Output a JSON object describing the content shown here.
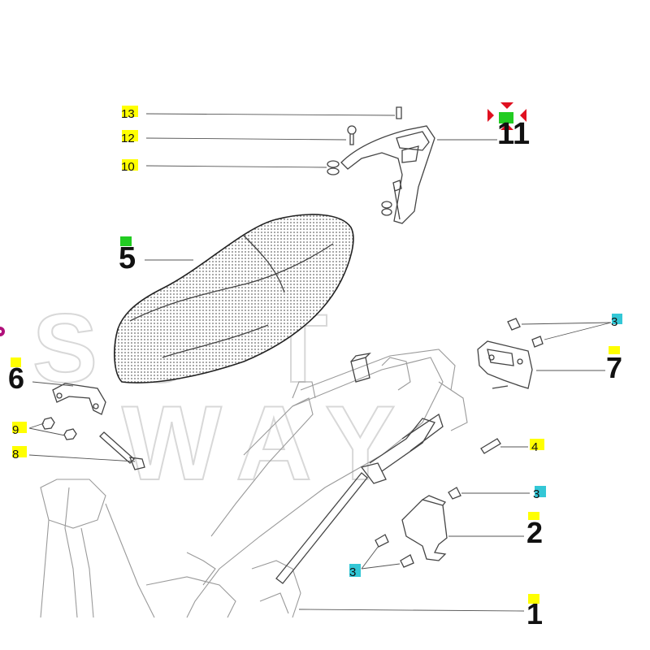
{
  "watermark": [
    "S",
    "C",
    "T",
    "W",
    "A",
    "Y"
  ],
  "callouts": [
    {
      "id": "13",
      "text": "13",
      "tag": "#ffff00"
    },
    {
      "id": "12",
      "text": "12",
      "tag": "#ffff00"
    },
    {
      "id": "10",
      "text": "10",
      "tag": "#ffff00"
    },
    {
      "id": "11",
      "text": "11",
      "tag": "#22cc22"
    },
    {
      "id": "5",
      "text": "5",
      "tag": "#22cc22"
    },
    {
      "id": "6",
      "text": "6",
      "tag": "#ffff00"
    },
    {
      "id": "3a",
      "text": "3",
      "tag": "#33c7d6"
    },
    {
      "id": "7",
      "text": "7",
      "tag": "#ffff00"
    },
    {
      "id": "9",
      "text": "9",
      "tag": "#ffff00"
    },
    {
      "id": "8",
      "text": "8",
      "tag": "#ffff00"
    },
    {
      "id": "4",
      "text": "4",
      "tag": "#ffff00"
    },
    {
      "id": "3b",
      "text": "3",
      "tag": "#33c7d6"
    },
    {
      "id": "2",
      "text": "2",
      "tag": "#ffff00"
    },
    {
      "id": "3c",
      "text": "3",
      "tag": "#33c7d6"
    },
    {
      "id": "1",
      "text": "1",
      "tag": "#ffff00"
    }
  ],
  "colors": {
    "marker_red": "#e01020",
    "marker_green": "#22cc22",
    "edge_dot": "#b0107a",
    "seat_fill": "#cfcfcf"
  }
}
